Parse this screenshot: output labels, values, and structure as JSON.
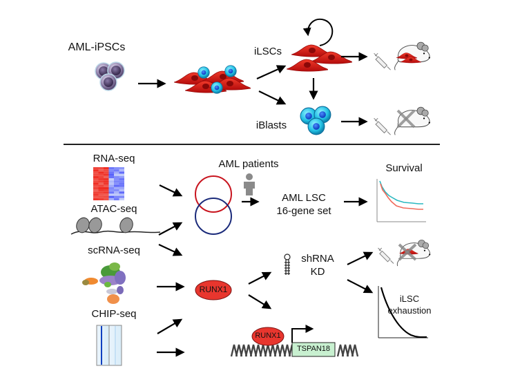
{
  "top": {
    "source_label": "AML-iPSCs",
    "ilsc_label": "iLSCs",
    "iblast_label": "iBlasts"
  },
  "bottom": {
    "rna_seq_label": "RNA-seq",
    "atac_seq_label": "ATAC-seq",
    "scrna_seq_label": "scRNA-seq",
    "chip_seq_label": "CHIP-seq",
    "patients_label": "AML patients",
    "gene_set_line1": "AML LSC",
    "gene_set_line2": "16-gene set",
    "survival_label": "Survival",
    "runx1_label": "RUNX1",
    "shrna_line1": "shRNA",
    "shrna_line2": "KD",
    "exhaustion_line1": "iLSC",
    "exhaustion_line2": "exhaustion",
    "promoter_factor_label": "RUNX1",
    "target_gene_label": "TSPAN18"
  },
  "colors": {
    "red_cell": "#d81e1e",
    "blue_cell": "#2ec6e6",
    "purple_cell": "#7a6a96",
    "venn_red": "#c8141e",
    "venn_blue": "#1a2a7a",
    "survival_teal": "#2ab8c0",
    "survival_salmon": "#f06a5a",
    "runx1_fill": "#e8362e",
    "tspan_fill": "#c8f0d0"
  }
}
